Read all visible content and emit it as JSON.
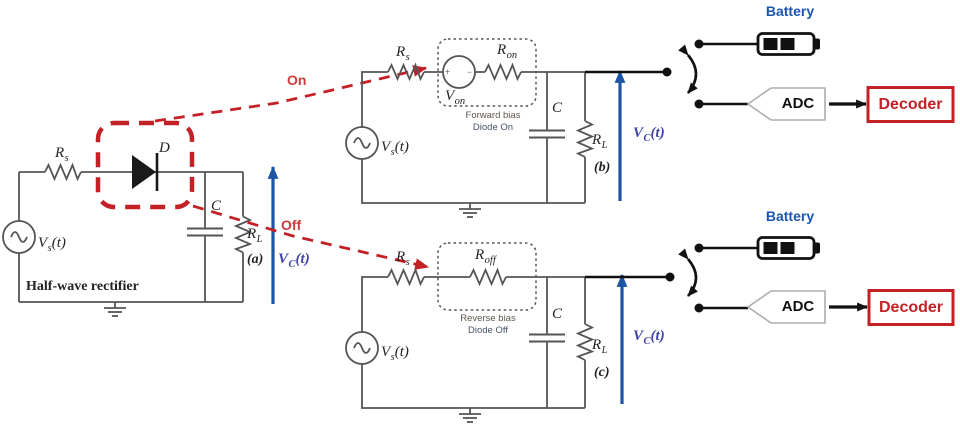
{
  "colors": {
    "wire_gray": "#555555",
    "chain_black": "#111111",
    "highlight_red": "#c42127",
    "signal_blue": "#1d55a5",
    "vc_label_blue": "#4145a8",
    "battery_label_blue": "#1a56b0",
    "on_off_red": "#cf3a3a",
    "bias_text": "#5d564c"
  },
  "icons": {
    "battery": "battery-icon",
    "adc": "adc-flag-shape",
    "switch": "toggle-double-arrow-icon",
    "ground": "earth-ground-icon",
    "source": "ac-source-icon",
    "diode": "diode-icon"
  },
  "annotations": {
    "on_label": "On",
    "off_label": "Off"
  },
  "left_circuit": {
    "caption": "Half-wave rectifier",
    "labels": {
      "rs": {
        "main": "R",
        "sub": "s"
      },
      "diode": {
        "main": "D"
      },
      "cap": {
        "main": "C"
      },
      "rl": {
        "main": "R",
        "sub": "L"
      },
      "vs": {
        "main": "V",
        "sub": "s",
        "post": "(t)"
      },
      "vc": {
        "main": "V",
        "sub": "C",
        "post": "(t)"
      },
      "panel": {
        "main": "(a)"
      }
    }
  },
  "circuit_b": {
    "bias_line1": "Forward bias",
    "bias_line2": "Diode On",
    "labels": {
      "rs": {
        "main": "R",
        "sub": "s"
      },
      "ron": {
        "main": "R",
        "sub": "on"
      },
      "von": {
        "main": "V",
        "sub": "on"
      },
      "von_plus": "+",
      "von_minus": "−",
      "cap": {
        "main": "C"
      },
      "rl": {
        "main": "R",
        "sub": "L"
      },
      "vs": {
        "main": "V",
        "sub": "s",
        "post": "(t)"
      },
      "vc": {
        "main": "V",
        "sub": "C",
        "post": "(t)"
      },
      "panel": {
        "main": "(b)"
      }
    }
  },
  "circuit_c": {
    "bias_line1": "Reverse bias",
    "bias_line2": "Diode Off",
    "labels": {
      "rs": {
        "main": "R",
        "sub": "s"
      },
      "roff": {
        "main": "R",
        "sub": "off"
      },
      "cap": {
        "main": "C"
      },
      "rl": {
        "main": "R",
        "sub": "L"
      },
      "vs": {
        "main": "V",
        "sub": "s",
        "post": "(t)"
      },
      "vc": {
        "main": "V",
        "sub": "C",
        "post": "(t)"
      },
      "panel": {
        "main": "(c)"
      }
    }
  },
  "top_chain": {
    "battery_label": "Battery",
    "adc_label": "ADC",
    "decoder_label": "Decoder"
  },
  "bottom_chain": {
    "battery_label": "Battery",
    "adc_label": "ADC",
    "decoder_label": "Decoder"
  }
}
